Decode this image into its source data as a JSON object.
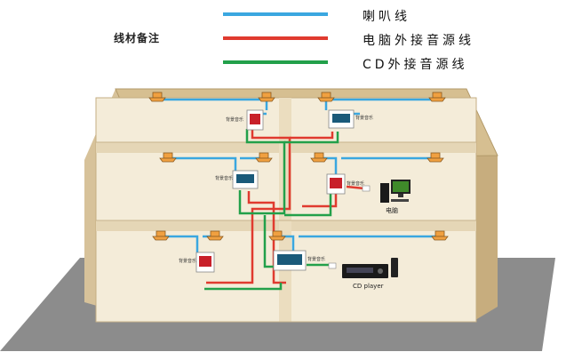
{
  "legend": {
    "title": "线材备注",
    "items": [
      {
        "label": "喇叭线",
        "color": "#3aa7e0"
      },
      {
        "label": "电脑外接音源线",
        "color": "#e03a2f"
      },
      {
        "label": "CD外接音源线",
        "color": "#22a04a"
      }
    ]
  },
  "devices": {
    "pc_label": "电脑",
    "cd_label": "CD player"
  },
  "panel_labels": [
    "背景音乐",
    "背景音乐",
    "背景音乐",
    "背景音乐",
    "背景音乐",
    "背景音乐"
  ]
}
